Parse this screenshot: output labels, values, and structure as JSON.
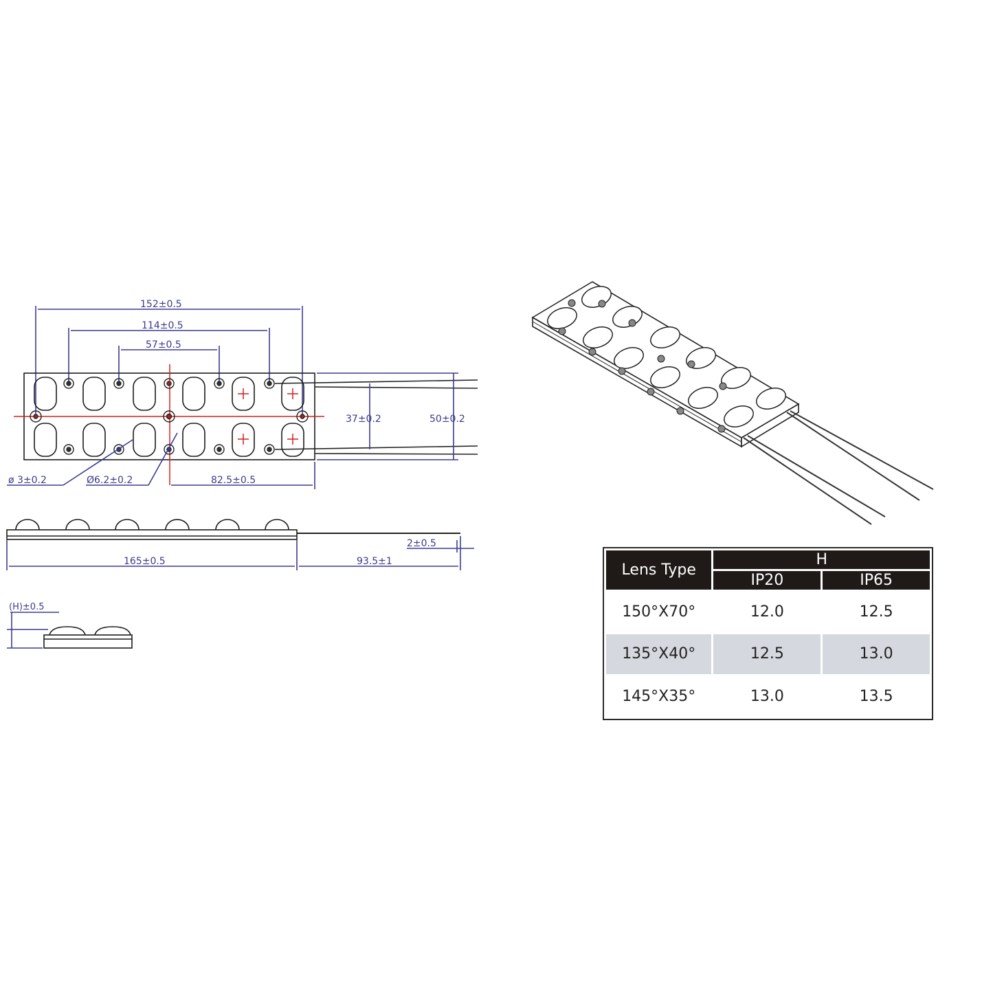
{
  "top_view": {
    "dims": {
      "d152": "152±0.5",
      "d114": "114±0.5",
      "d57": "57±0.5",
      "d37": "37±0.2",
      "d50": "50±0.2",
      "hole_small": "ø 3±0.2",
      "hole_large": "Ø6.2±0.2",
      "d82_5": "82.5±0.5"
    }
  },
  "side_view": {
    "dims": {
      "d165": "165±0.5",
      "d93_5": "93.5±1",
      "d2": "2±0.5"
    }
  },
  "end_view": {
    "dims": {
      "height": "(H)±0.5"
    }
  },
  "spec_table": {
    "header": {
      "lens_type": "Lens Type",
      "group": "H",
      "col1": "IP20",
      "col2": "IP65"
    },
    "rows": [
      {
        "lens": "150°X70°",
        "ip20": "12.0",
        "ip65": "12.5"
      },
      {
        "lens": "135°X40°",
        "ip20": "12.5",
        "ip65": "13.0"
      },
      {
        "lens": "145°X35°",
        "ip20": "13.0",
        "ip65": "13.5"
      }
    ]
  },
  "colors": {
    "dimension": "#3b3b92",
    "centerline": "#d02020",
    "table_header": "#1f1a17",
    "table_alt_row": "#d6d8df"
  }
}
